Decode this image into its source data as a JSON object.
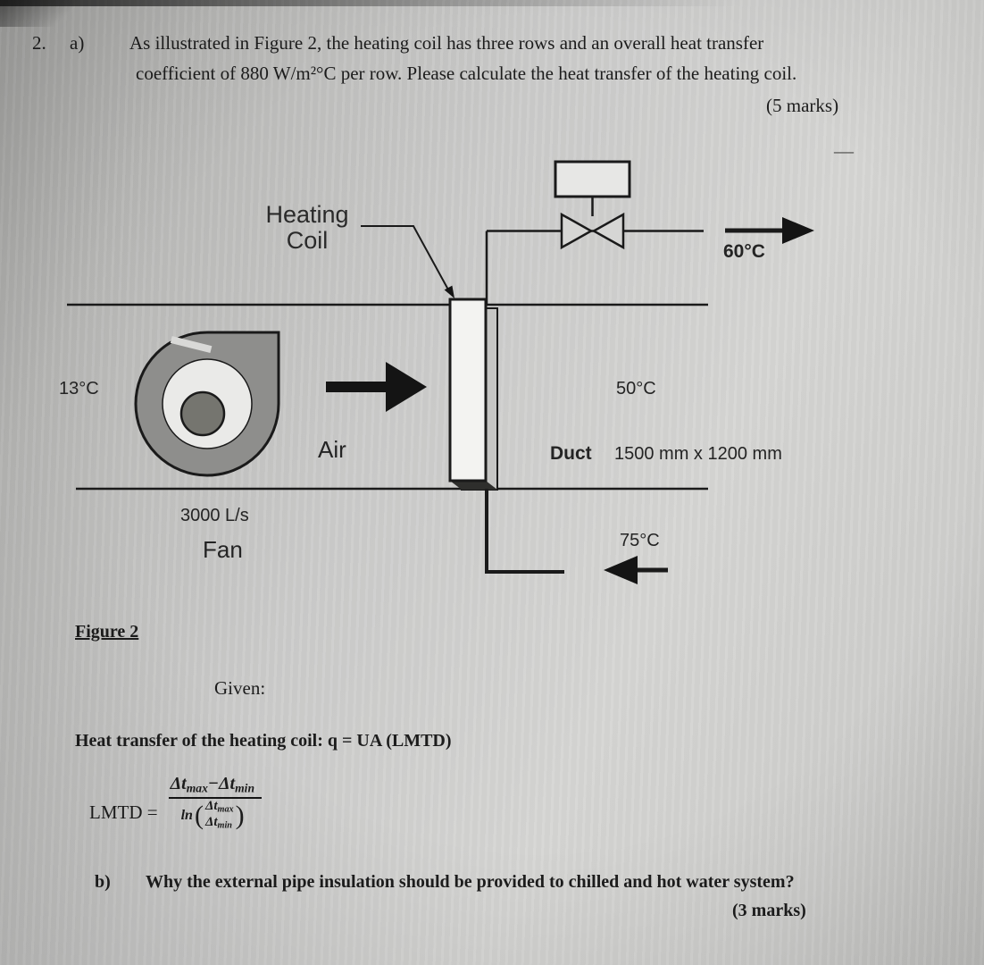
{
  "question": {
    "number": "2.",
    "part_label": "a)",
    "line1": "As illustrated in Figure 2, the heating coil has three rows and an overall heat transfer",
    "line2": "coefficient of 880 W/m²°C per row. Please calculate the heat transfer of the heating coil.",
    "marks": "(5 marks)"
  },
  "figure": {
    "coil_label_line1": "Heating",
    "coil_label_line2": "Coil",
    "outlet_temp": "60°C",
    "inlet_temp": "13°C",
    "air_label": "Air",
    "mid_temp": "50°C",
    "duct_label": "Duct",
    "duct_size": "1500 mm x 1200 mm",
    "fan_flow": "3000 L/s",
    "fan_label": "Fan",
    "return_temp": "75°C",
    "caption": "Figure 2",
    "pen_mark": "—"
  },
  "given": {
    "label": "Given:",
    "heat_equation": "Heat transfer of the heating coil: q = UA (LMTD)",
    "formula": {
      "lhs": "LMTD =",
      "dt": "Δt",
      "sub_max": "max",
      "sub_min": "min",
      "minus": "−",
      "ln": "ln"
    }
  },
  "part_b": {
    "label": "b)",
    "text": "Why the external pipe insulation should be provided to chilled and hot water system?",
    "marks": "(3 marks)"
  },
  "colors": {
    "ink": "#1a1a1a",
    "fan_gray": "#8e8e8c",
    "paper_gray": "#cccccb"
  }
}
